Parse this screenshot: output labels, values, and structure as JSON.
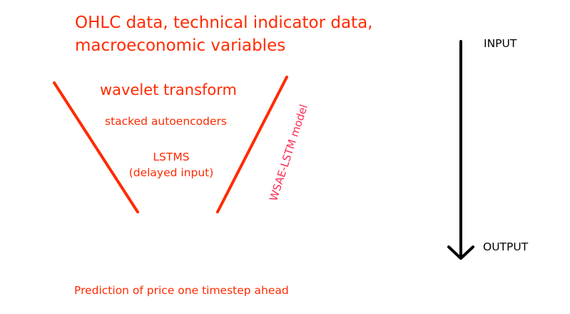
{
  "title_lines": [
    "OHLC data, technical indicator data,",
    "macroeconomic variables"
  ],
  "steps": {
    "wavelet": "wavelet transform",
    "stacked": "stacked autoencoders",
    "lstm_line1": "LSTMS",
    "lstm_line2": "(delayed input)"
  },
  "model_label": "WSAE-LSTM model",
  "flow": {
    "input_label": "INPUT",
    "output_label": "OUTPUT"
  },
  "prediction": "Prediction of price one timestep ahead",
  "colors": {
    "accent": "#ff2a00",
    "model_label": "#ff2a55",
    "arrow": "#000000"
  }
}
